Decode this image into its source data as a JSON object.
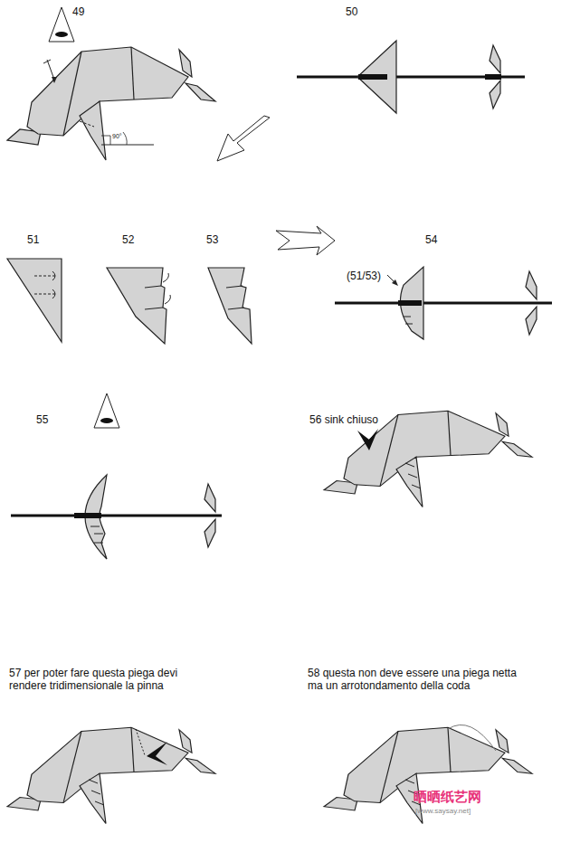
{
  "diagram": {
    "labels": [
      "49",
      "50",
      "51",
      "52",
      "53",
      "54",
      "(51/53)",
      "55",
      "56 sink chiuso",
      "57 per poter fare questa piega devi rendere tridimensionale la pinna",
      "58 questa non deve essere una piega netta ma un arrotondamento della coda",
      "90°",
      "晒晒纸艺网",
      "[www.saysay.net]"
    ]
  }
}
